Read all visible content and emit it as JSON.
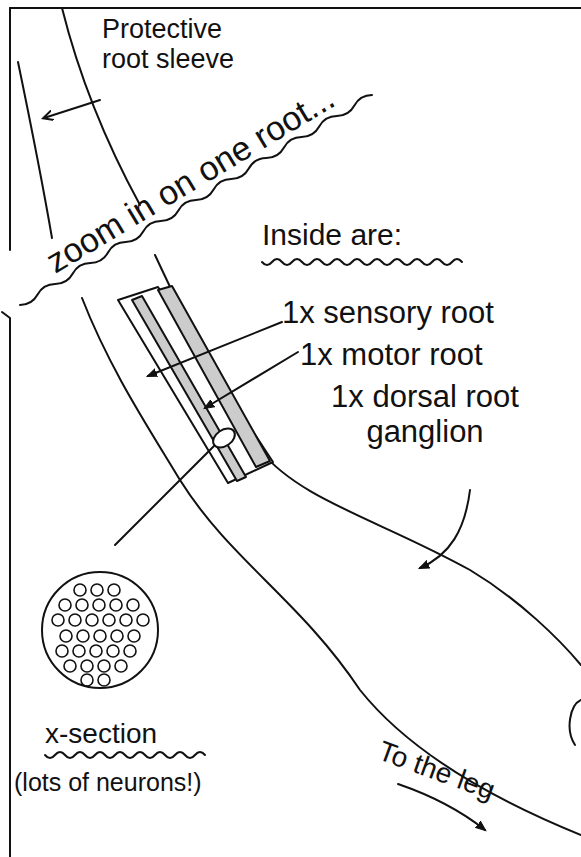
{
  "diagram": {
    "labels": [
      "Protective root sleeve",
      "zoom in on one root...",
      "Inside are:",
      "1x sensory root",
      "1x motor root",
      "1x dorsal root ganglion",
      "x-section",
      "(lots of neurons!)",
      "To the leg"
    ]
  }
}
